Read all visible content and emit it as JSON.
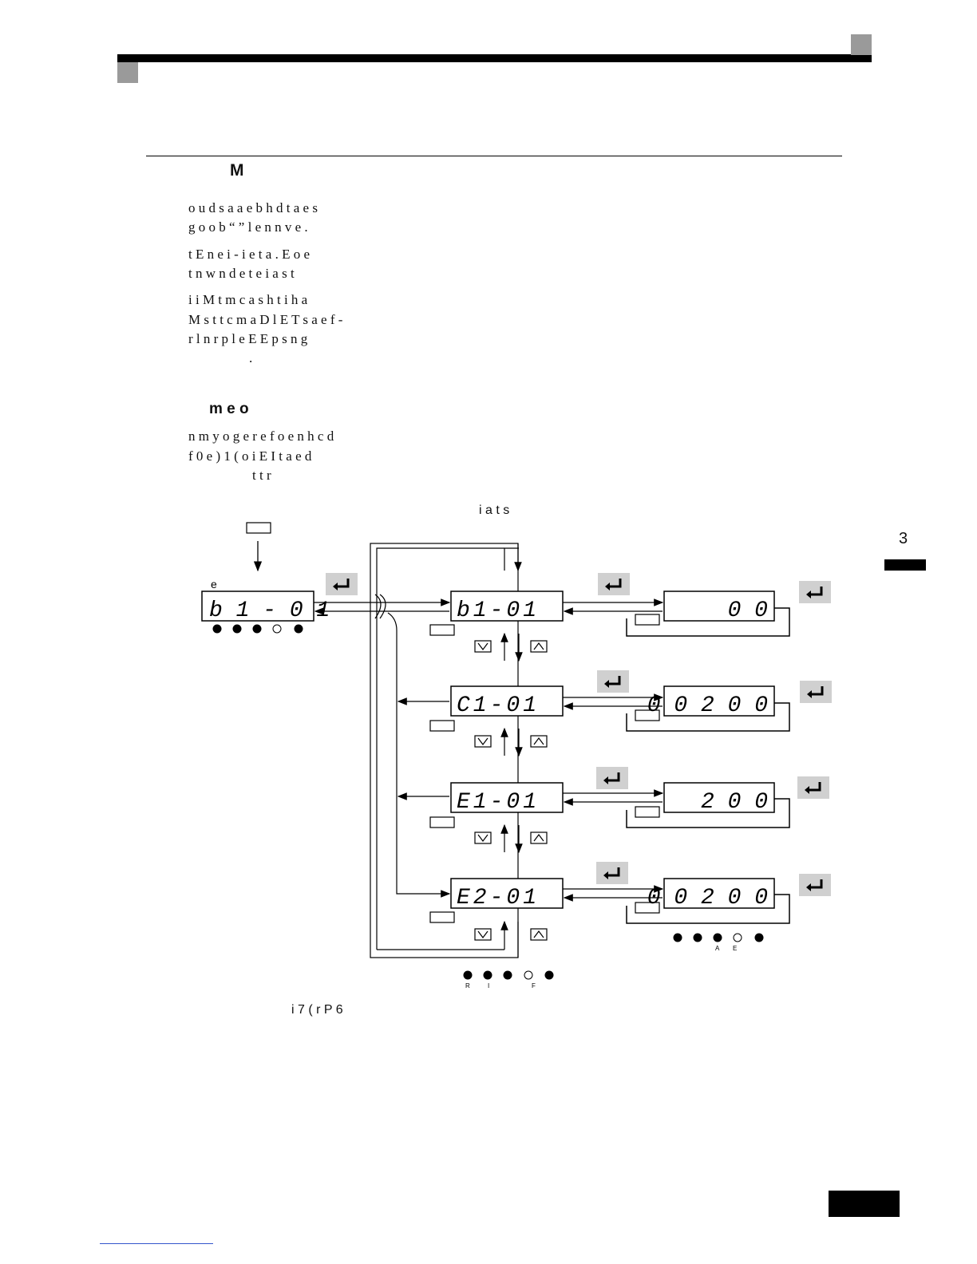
{
  "heading_main": "M",
  "paragraphs": [
    "o      u  d      s   a         a     e            b      h      d       t          a      e      s",
    "g            o    o  b              “         ”   l     e                n       n       v      e              .",
    "t   E          n          e     i             -      i               e       t               a    .       E     o     e",
    "t   n   w    n        d            e          t                              e            i     a   s   t",
    "i     i   M      t       m        c            a           s           h            t                  i    h          a",
    "M       s          t              t    c   m    a    D          l            E   T       s       a     e      f                      -",
    "r      l            n            r      p       l                            e       E     E           p       s                  n    g",
    ".",
    "n      m              y         o        g    e             r      e          f      o          e   n   h            c        d",
    "f                     0                    e        )   1     (            o    i      E     I     t     a        e               d",
    "t        t          r"
  ],
  "heading_sub": "m   e             o",
  "figure_label": "i          a                              t      s",
  "caption": "i    7                                         (                  r                  P          6",
  "chapter_number": "3",
  "diagram": {
    "left_label": "e",
    "left_display": "b  1 -  0  1",
    "param_displays": [
      "b1-01",
      "C1-01",
      "E1-01",
      "E2-01"
    ],
    "value_displays": [
      "0 0",
      "0 0 2 0 0",
      "2 0 0",
      "0 0 2 0 0"
    ],
    "led_labels_bottom": [
      "R",
      "I",
      "F"
    ],
    "led_labels_right": [
      "A",
      "E"
    ]
  }
}
